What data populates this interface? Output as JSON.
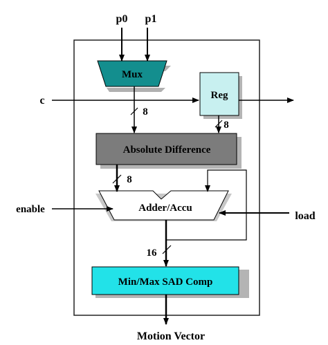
{
  "inputs": {
    "p0": "p0",
    "p1": "p1",
    "c": "c",
    "enable": "enable",
    "load": "load"
  },
  "blocks": {
    "mux": "Mux",
    "reg": "Reg",
    "absdiff": "Absolute Difference",
    "adder": "Adder/Accu",
    "comp": "Min/Max SAD Comp"
  },
  "bus_widths": {
    "mux_out": "8",
    "reg_out": "8",
    "absdiff_out": "8",
    "adder_out": "16"
  },
  "output": "Motion Vector",
  "colors": {
    "mux_fill": "#138e8e",
    "reg_fill": "#c8f0f0",
    "absdiff_fill": "#7c7c7c",
    "comp_fill": "#22e2e8",
    "shadow": "#b4b4b4"
  }
}
